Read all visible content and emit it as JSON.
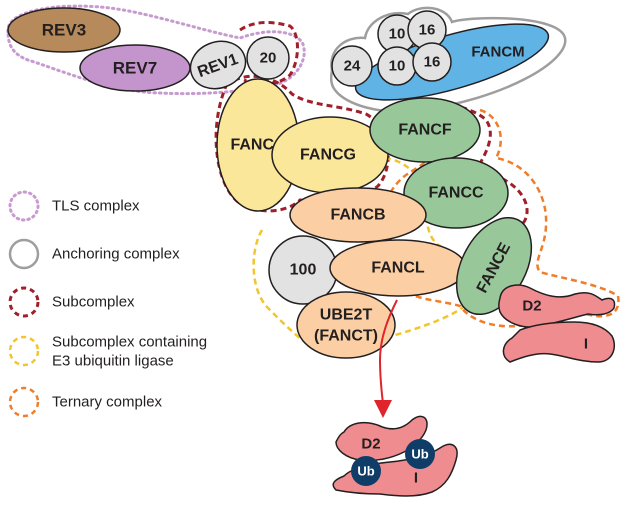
{
  "proteins": {
    "rev3": "REV3",
    "rev7": "REV7",
    "rev1": "REV1",
    "p20": "20",
    "p10a": "10",
    "p16a": "16",
    "p24": "24",
    "p10b": "10",
    "p16b": "16",
    "fancm": "FANCM",
    "fanca": "FANCA",
    "fancg": "FANCG",
    "fancf": "FANCF",
    "fancc": "FANCC",
    "fancb": "FANCB",
    "p100": "100",
    "fancl": "FANCL",
    "fance": "FANCE",
    "ube2t_line1": "UBE2T",
    "ube2t_line2": "(FANCT)",
    "d2": "D2",
    "i": "I",
    "d2_product": "D2",
    "i_product": "I",
    "ub1": "Ub",
    "ub2": "Ub"
  },
  "legend": [
    {
      "label": "TLS complex",
      "style": "dotted",
      "color": "#c79bd0"
    },
    {
      "label": "Anchoring complex",
      "style": "solid",
      "color": "#9e9e9e"
    },
    {
      "label": "Subcomplex",
      "style": "dashed",
      "color": "#a01f2b"
    },
    {
      "label_line1": "Subcomplex containing",
      "label_line2": "E3 ubiquitin ligase",
      "style": "dashed",
      "color": "#f2c52e"
    },
    {
      "label": "Ternary complex",
      "style": "dashed",
      "color": "#ef7d2a"
    }
  ],
  "colors": {
    "rev3": "#b68a5b",
    "rev7": "#c495cc",
    "grey": "#e2e2e2",
    "fancm": "#5fb4e5",
    "yellow": "#fbe79a",
    "green": "#98c89a",
    "orange": "#fbcfa3",
    "pink": "#ef8c8f",
    "ub": "#0f3d68",
    "arrow": "#e0242b"
  }
}
